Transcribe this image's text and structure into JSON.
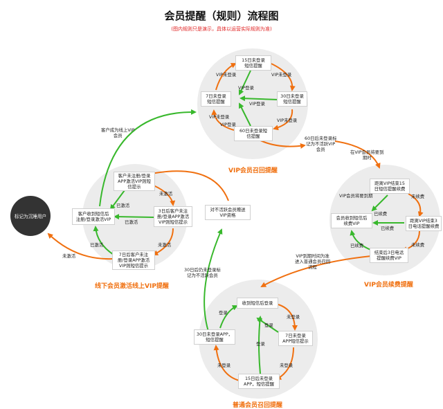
{
  "title": "会员提醒（规则）流程图",
  "subtitle": "(图内规则只是演示，具体以运营实际规则为准)",
  "colors": {
    "orange": "#f07010",
    "green": "#38b82c",
    "circle": "#ececec",
    "terminal": "#333333"
  },
  "terminal": {
    "label": "标记为沉睡用户"
  },
  "circles": {
    "vip_recall": {
      "caption": "VIP会员召回提醒",
      "boxes": [
        "15日未登录\n短信提醒",
        "30日未登录\n短信提醒",
        "60日未登录短\n信提醒",
        "7日未登录\n短信提醒"
      ],
      "labels": [
        "VIP未登录",
        "VIP未登录",
        "VIP未登录",
        "VIP登录",
        "VIP登录",
        "VIP登录",
        "VIP未登录"
      ]
    },
    "offline": {
      "caption": "线下会员激活线上VIP提醒",
      "boxes": [
        "客户未注册/登录\nAPP激活VIP则短\n信提示",
        "3日后客户未注\n册/登录APP激活\nVIP则短信提示",
        "7日后客户未注\n册/登录APP激活\nVIP则短信提示",
        "客户收到短信后\n注册/登录激活VIP"
      ],
      "labels": [
        "未激活",
        "未激活",
        "已激活",
        "已激活",
        "已激活"
      ]
    },
    "renewal": {
      "caption": "VIP会员续费提醒",
      "boxes": [
        "距离VIP结束15\n日短信提醒续费",
        "距离VIP结束3\n日电话提醒续费",
        "结束后3日电话\n提醒续费VIP",
        "会员收到短信后\n续费VIP"
      ],
      "labels": [
        "VIP会员将要到期",
        "未续费",
        "未续费",
        "已续费",
        "已续费",
        "已续费"
      ]
    },
    "normal": {
      "caption": "普通会员召回提醒",
      "boxes": [
        "收到短信后登录",
        "7日未登录\nAPP短信提示",
        "15日后未登录\nAPP，短信提醒",
        "30日未登录APP，\n短信提醒"
      ],
      "labels": [
        "未登录",
        "未登录",
        "未登录",
        "登录",
        "登录",
        "登录"
      ]
    }
  },
  "connectors": {
    "offline_to_vip": "客户成为线上VIP\n会员",
    "vip_60_days": "60日后未登录标\n记为不活跃VIP\n会员",
    "vip_expiring": "在VIP会员将要到\n期时",
    "vip_expired": "VIP到期时间为准\n进入普通会员召回\n流程",
    "normal_30_days": "30日后仍未登录标\n记为不活跃会员",
    "inactive_member_gift": "对不活跃会员赠送\nVIP资格",
    "offline_unactivated": "未激活"
  }
}
